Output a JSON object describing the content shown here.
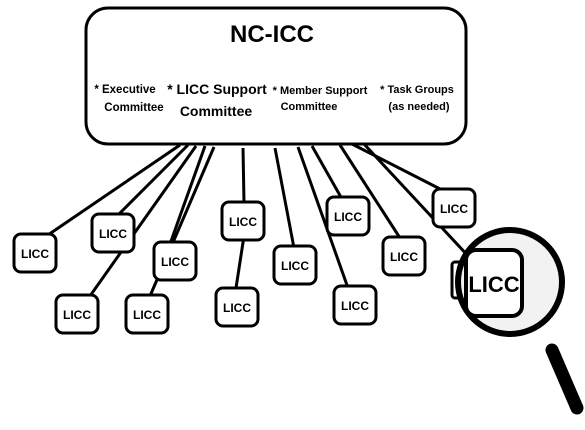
{
  "header": {
    "title": "NC-ICC",
    "committees": [
      {
        "line1": "* Executive",
        "line2": "Committee"
      },
      {
        "line1": "* LICC Support",
        "line2": "Committee"
      },
      {
        "line1": "* Member Support",
        "line2": "Committee"
      },
      {
        "line1": "* Task Groups",
        "line2": "(as needed)"
      }
    ]
  },
  "nodes": [
    {
      "label": "LICC"
    },
    {
      "label": "LICC"
    },
    {
      "label": "LICC"
    },
    {
      "label": "LICC"
    },
    {
      "label": "LICC"
    },
    {
      "label": "LICC"
    },
    {
      "label": "LICC"
    },
    {
      "label": "LICC"
    },
    {
      "label": "LICC"
    },
    {
      "label": "LICC"
    },
    {
      "label": "LICC"
    },
    {
      "label": "LICC"
    }
  ],
  "magnified": {
    "label": "LICC"
  },
  "colors": {
    "stroke": "#000000",
    "fill": "#ffffff",
    "lens": "#f2f2f2"
  },
  "icons": {
    "magnifier": "magnifying-glass-icon"
  }
}
